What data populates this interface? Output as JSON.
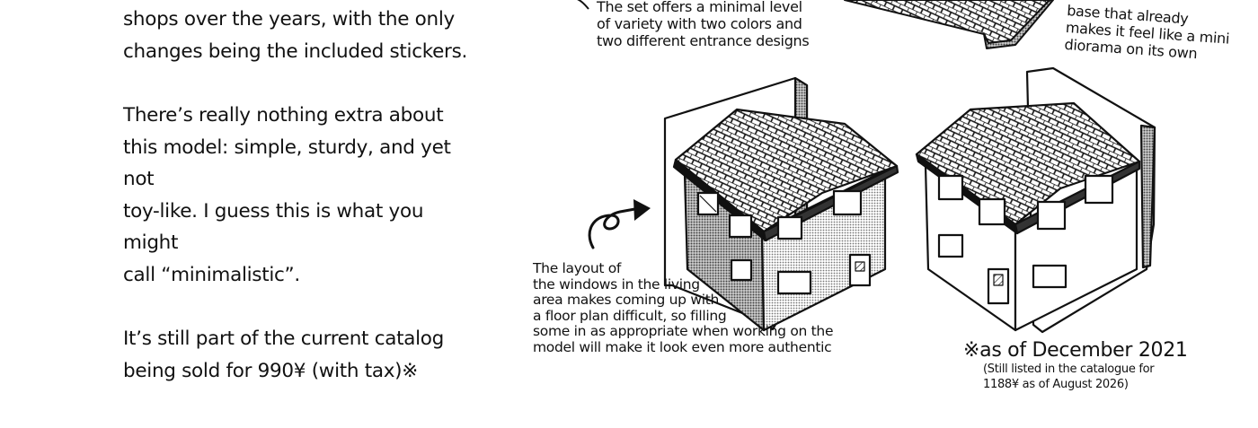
{
  "left_paragraphs": [
    [
      "shops over the years, with the only",
      "changes being the included stickers."
    ],
    [
      "There’s really nothing extra about",
      "this model: simple, sturdy, and yet not",
      "toy-like. I guess this is what you might",
      "call “minimalistic”."
    ],
    [
      "It’s still part of the current catalog",
      "being sold for 990¥ (with tax)※"
    ]
  ],
  "annotations": {
    "variety": [
      "The set offers a minimal level",
      "of variety with two colors and",
      "two different entrance designs"
    ],
    "base": [
      "base that already",
      "makes it feel like a mini",
      "diorama on its own"
    ],
    "windows": [
      "The layout of",
      "the windows in the living",
      "area makes coming up with",
      "a floor plan difficult, so filling",
      "some in as appropriate when working on the",
      "model will make it look even more authentic"
    ]
  },
  "footnote": {
    "main": "※as of December 2021",
    "sub": [
      "(Still listed in the catalogue for",
      "1188¥ as of August 2026)"
    ]
  }
}
